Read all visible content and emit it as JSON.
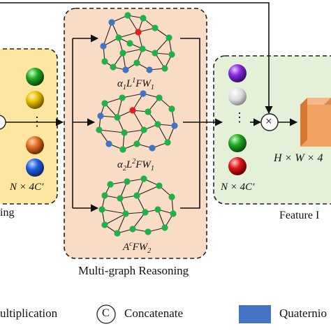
{
  "left_panel": {
    "bottom_label": "N × 4C′",
    "partial_caption": "ing",
    "dots": "⋮"
  },
  "middle_panel": {
    "graph1": {
      "coef": "α",
      "coef_sub": "1",
      "L": "L",
      "L_sup": "1",
      "F": "F",
      "W": "W",
      "W_sub": "1"
    },
    "graph2": {
      "coef": "α",
      "coef_sub": "2",
      "L": "L",
      "L_sup": "2",
      "F": "F",
      "W": "W",
      "W_sub": "1"
    },
    "graph3": {
      "A": "A",
      "A_sup": "c",
      "F": "F",
      "W": "W",
      "W_sub": "2"
    },
    "caption": "Multi-graph Reasoning"
  },
  "right_panel": {
    "bottom_label": "N × 4C′",
    "dots": "⋮",
    "operator": "×",
    "feature_dims": "H × W × 4",
    "partial_caption": "Feature I"
  },
  "legend": {
    "multiplication_text": "ultiplication",
    "concatenate_symbol": "C",
    "concatenate_text": "Concatenate",
    "quaternion_text": "Quaternio"
  },
  "colors": {
    "left_panel_bg": "#fde7a0",
    "middle_panel_bg": "#f8dcc6",
    "right_panel_bg": "#e4f1d8",
    "node_blue": "#4472c4",
    "node_green": "#22b04a",
    "node_red": "#e02020",
    "feature_block": "#f0a060",
    "legend_square": "#4472c4"
  }
}
